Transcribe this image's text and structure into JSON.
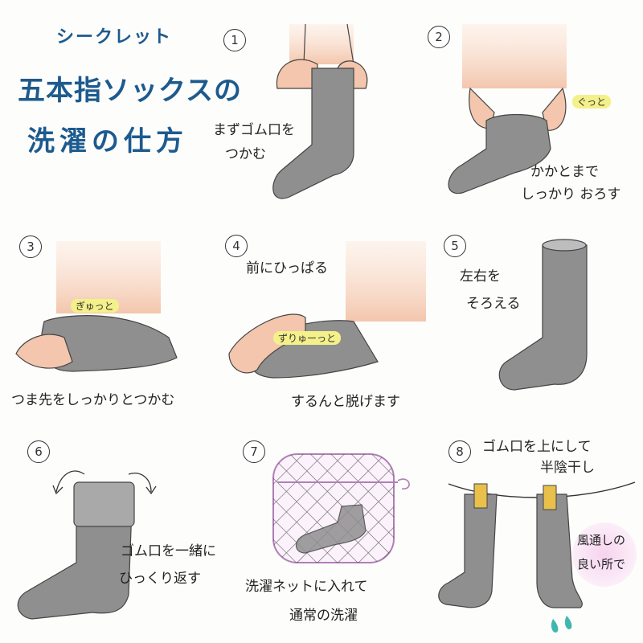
{
  "title": {
    "line1": "シークレット",
    "line2": "五本指ソックスの",
    "line3": "洗濯の仕方"
  },
  "colors": {
    "title": "#1d5a8e",
    "sock": "#8f8f8f",
    "skin": "#f3c6ad",
    "highlight": "#f4f08a",
    "net": "#b07fb5",
    "drop": "#3fb7b0"
  },
  "steps": [
    {
      "num": "1",
      "caption1": "まずゴム口を",
      "caption2": "つかむ",
      "highlight": ""
    },
    {
      "num": "2",
      "caption1": "かかとまで",
      "caption2": "しっかり おろす",
      "highlight": "ぐっと"
    },
    {
      "num": "3",
      "caption1": "つま先をしっかりとつかむ",
      "caption2": "",
      "highlight": "ぎゅっと"
    },
    {
      "num": "4",
      "caption1": "前にひっぱる",
      "caption2": "するんと脱げます",
      "highlight": "ずりゅーっと"
    },
    {
      "num": "5",
      "caption1": "左右を",
      "caption2": "そろえる",
      "highlight": ""
    },
    {
      "num": "6",
      "caption1": "ゴム口を一緒に",
      "caption2": "ひっくり返す",
      "highlight": ""
    },
    {
      "num": "7",
      "caption1": "洗濯ネットに入れて",
      "caption2": "通常の洗濯",
      "highlight": ""
    },
    {
      "num": "8",
      "caption1": "ゴム口を上にして",
      "caption2": "半陰干し",
      "highlight": ""
    }
  ],
  "note8": {
    "line1": "風通しの",
    "line2": "良い所で"
  }
}
